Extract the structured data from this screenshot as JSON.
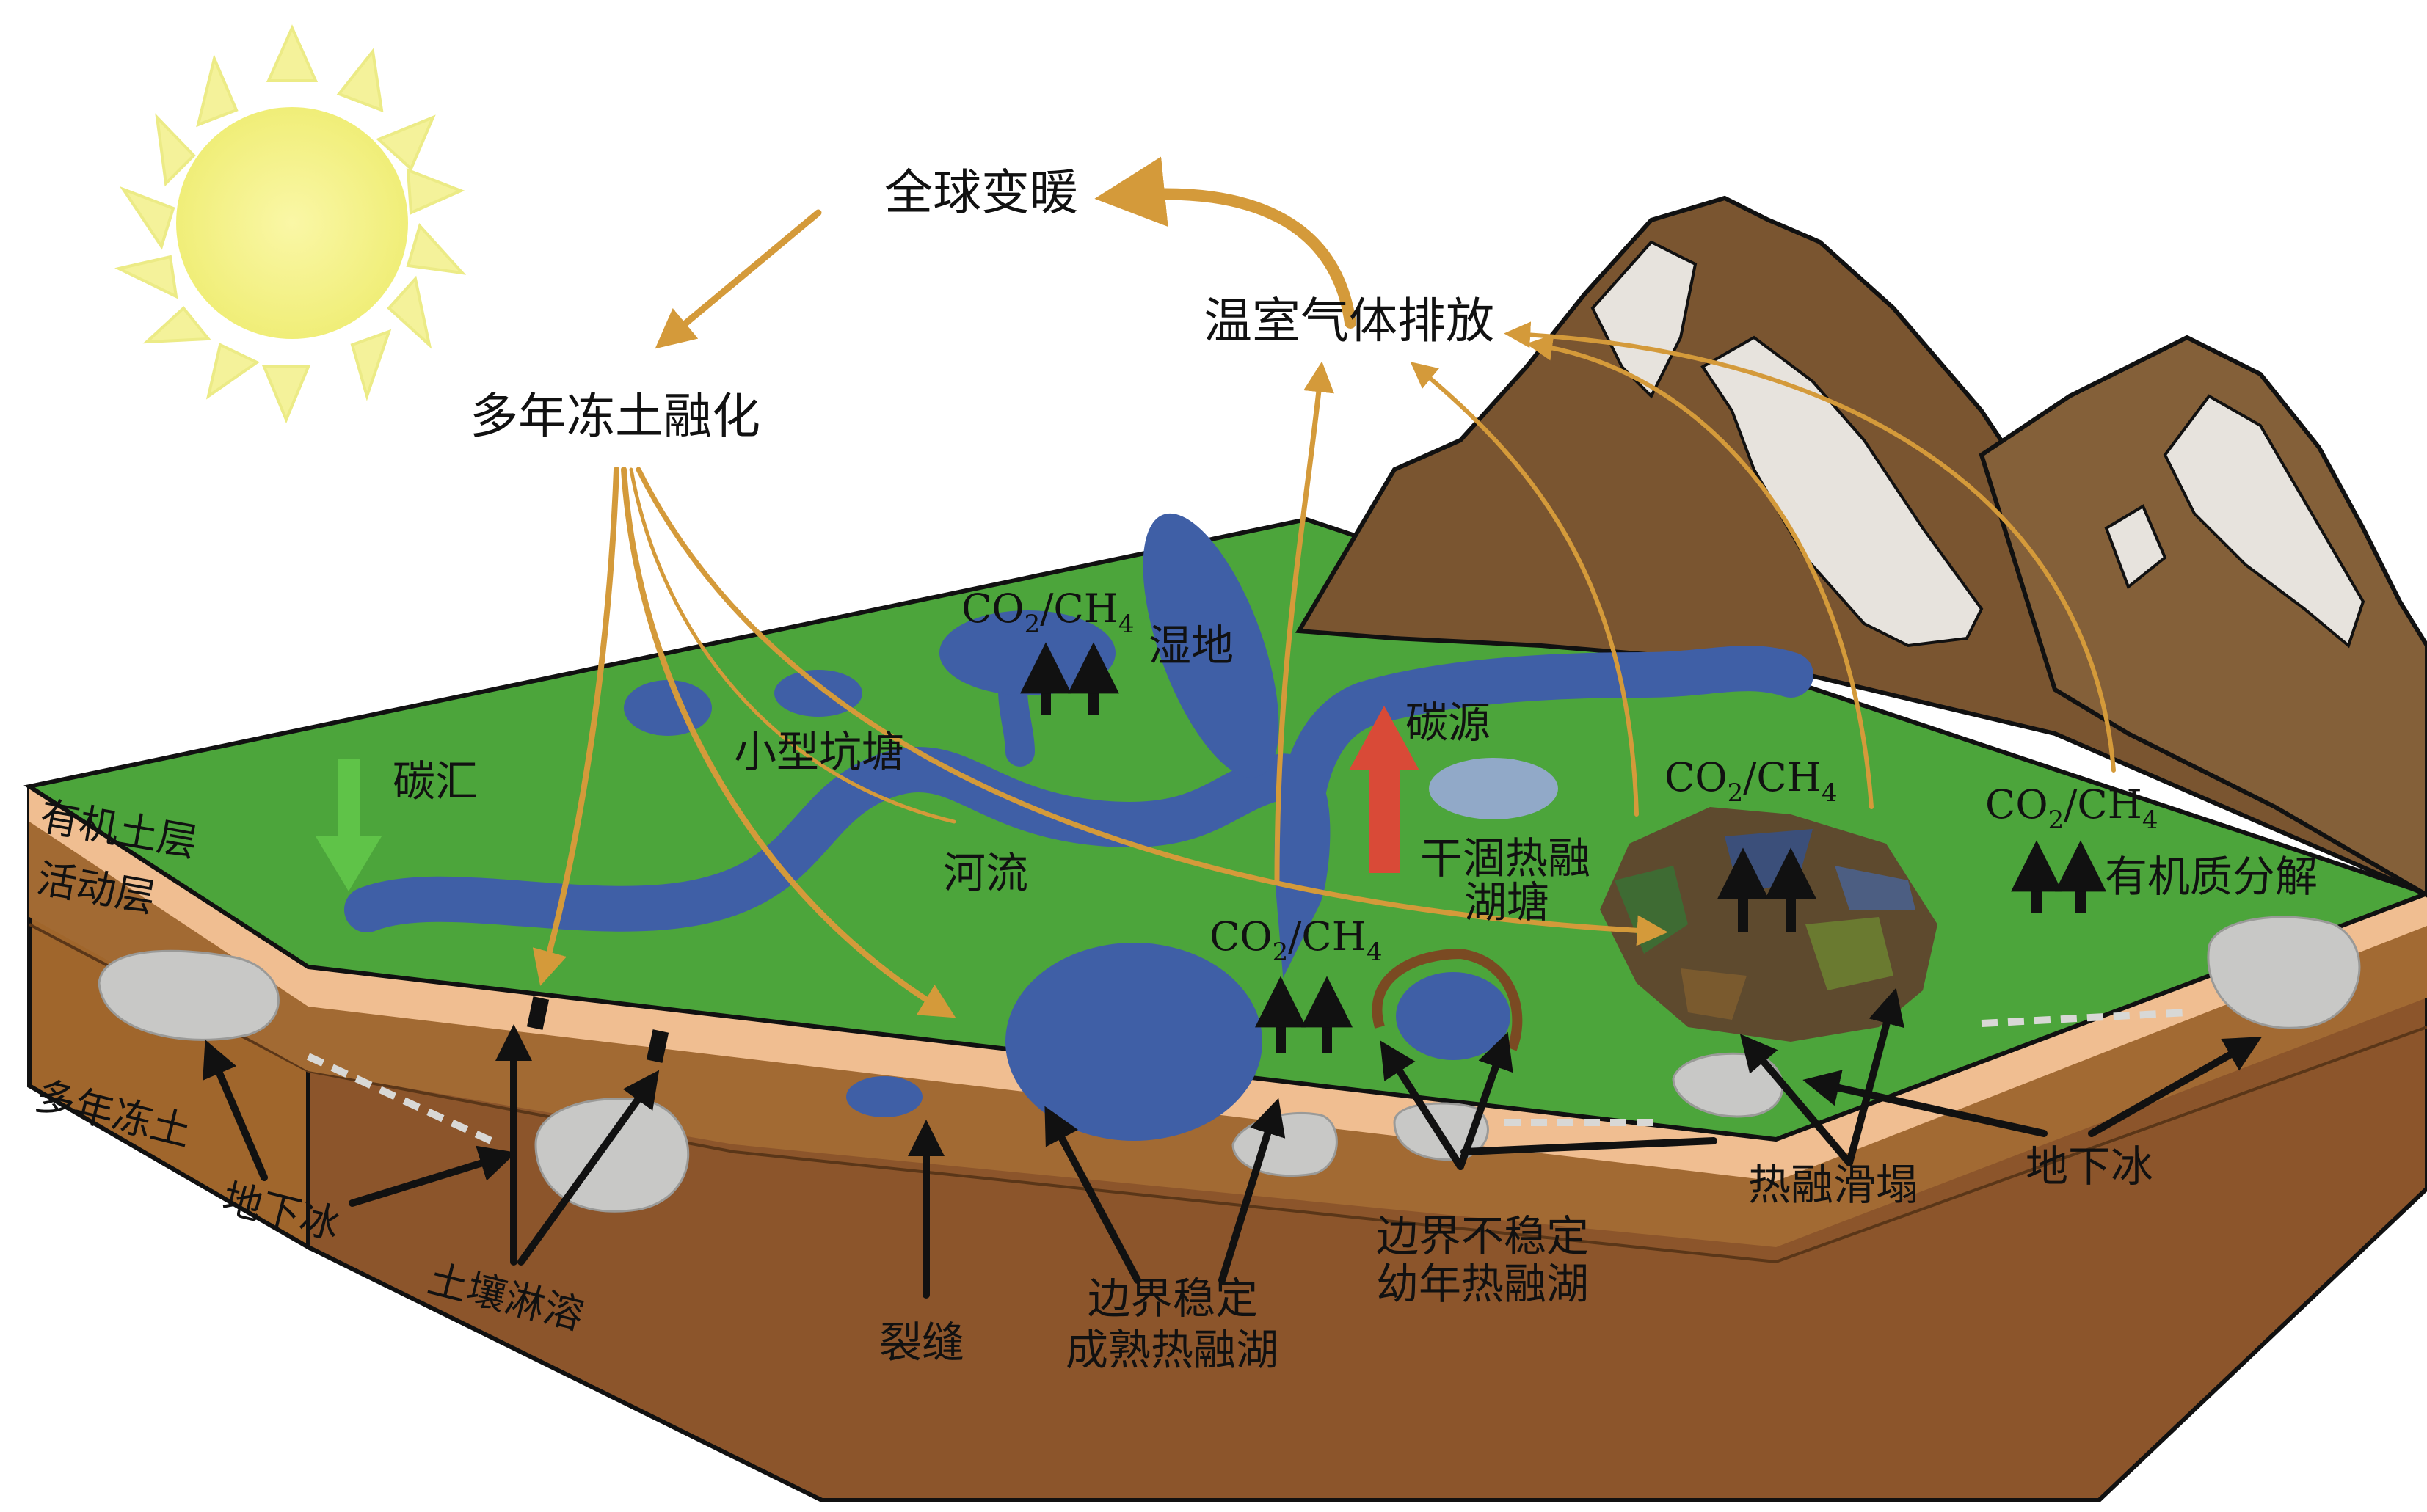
{
  "labels": {
    "global_warming": "全球变暖",
    "ghg_emission": "温室气体排放",
    "permafrost_thaw": "多年冻土融化",
    "wetland": "湿地",
    "small_ponds": "小型坑塘",
    "carbon_sink": "碳汇",
    "carbon_source": "碳源",
    "river": "河流",
    "drained_thaw_pond_l1": "干涸热融",
    "drained_thaw_pond_l2": "湖塘",
    "organic_decomp": "有机质分解",
    "organic_layer": "有机土层",
    "active_layer": "活动层",
    "permafrost": "多年冻土",
    "ground_ice_left": "地下冰",
    "soil_leaching": "土壤淋溶",
    "crack": "裂缝",
    "stable_lake_l1": "边界稳定",
    "stable_lake_l2": "成熟热融湖",
    "unstable_lake_l1": "边界不稳定",
    "unstable_lake_l2": "幼年热融湖",
    "thaw_slump": "热融滑塌",
    "ground_ice_right": "地下冰"
  },
  "gas": {
    "co2": "CO",
    "co2_sub": "2",
    "ch4": "/CH",
    "ch4_sub": "4"
  },
  "colors": {
    "sun": "#F2F280",
    "sun_rays": "#F4F29A",
    "grass": "#4CA53B",
    "organic_band": "#F0BE91",
    "soil_side": "#A0662C",
    "soil_front": "#8C552B",
    "water": "#3F5FA6",
    "flow_arrow": "#D49A3A",
    "emission_arrow": "#D94A37",
    "sink_arrow": "#5FC348",
    "mountain": "#7A5530",
    "snow": "#E7E3DD",
    "ice": "#C8C8C6"
  }
}
